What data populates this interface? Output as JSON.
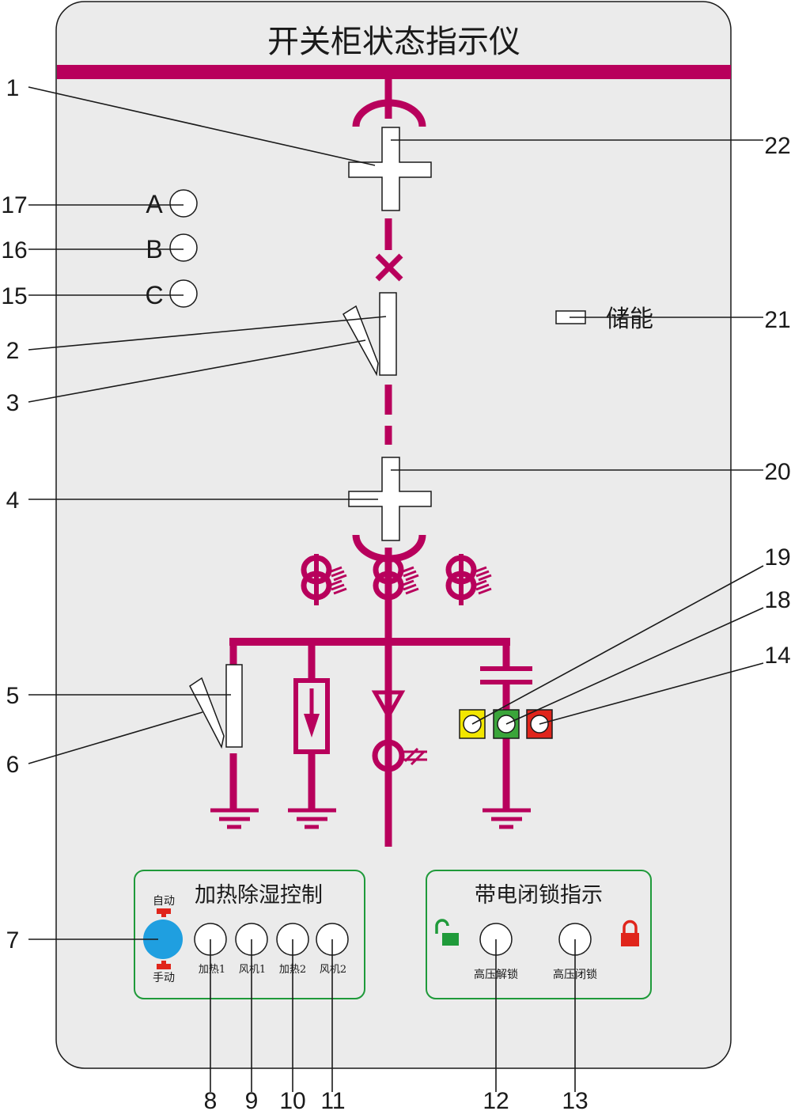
{
  "panel": {
    "title": "开关柜状态指示仪",
    "colors": {
      "panel": "#ebebeb",
      "bus": "#b8005c",
      "box_border": "#1f9a3a",
      "knob": "#1f9fe0"
    }
  },
  "phases": [
    "A",
    "B",
    "C"
  ],
  "energy_storage_label": "储能",
  "callouts": [
    "1",
    "2",
    "3",
    "4",
    "5",
    "6",
    "7",
    "8",
    "9",
    "10",
    "11",
    "12",
    "13",
    "14",
    "15",
    "16",
    "17",
    "18",
    "19",
    "20",
    "21",
    "22"
  ],
  "heater_box": {
    "title": "加热除湿控制",
    "auto_label": "自动",
    "manual_label": "手动",
    "lamps": [
      "加热1",
      "风机1",
      "加热2",
      "风机2"
    ]
  },
  "lock_box": {
    "title": "带电闭锁指示",
    "unlock_label": "高压解锁",
    "lock_label": "高压闭锁",
    "icons": [
      "unlock-icon",
      "lock-icon"
    ]
  },
  "indicator_colors": [
    "#f2e600",
    "#3aa53a",
    "#e0251b"
  ]
}
